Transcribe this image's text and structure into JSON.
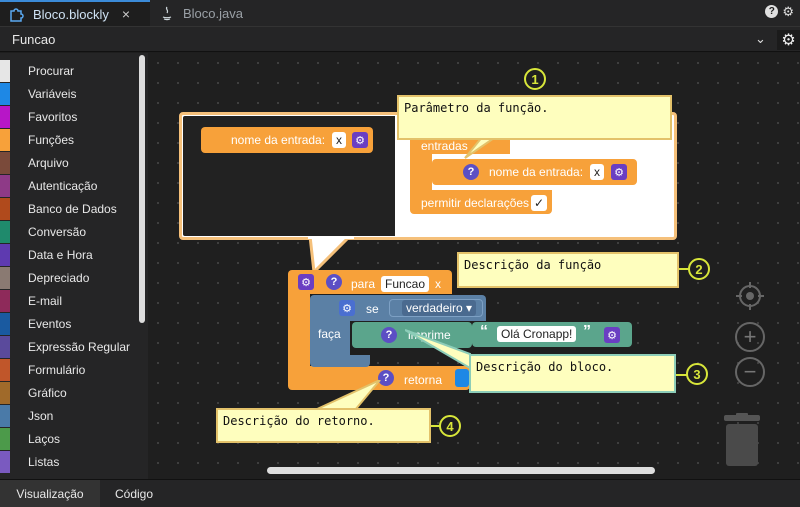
{
  "tabs": [
    {
      "label": "Bloco.blockly",
      "icon": "puzzle-icon",
      "active": true
    },
    {
      "label": "Bloco.java",
      "icon": "java-icon",
      "active": false
    }
  ],
  "close_glyph": "×",
  "function_selector": {
    "value": "Funcao"
  },
  "toolbox": {
    "categories": [
      {
        "label": "Procurar",
        "color": "#e6e6e6"
      },
      {
        "label": "Variáveis",
        "color": "#1e88e5"
      },
      {
        "label": "Favoritos",
        "color": "#b716c7"
      },
      {
        "label": "Funções",
        "color": "#f7a13a"
      },
      {
        "label": "Arquivo",
        "color": "#7a4a3a"
      },
      {
        "label": "Autenticação",
        "color": "#8e3a87"
      },
      {
        "label": "Banco de Dados",
        "color": "#b04a1c"
      },
      {
        "label": "Conversão",
        "color": "#1f8a6c"
      },
      {
        "label": "Data e Hora",
        "color": "#5e3ab0"
      },
      {
        "label": "Depreciado",
        "color": "#8a7a72"
      },
      {
        "label": "E-mail",
        "color": "#8e2a5a"
      },
      {
        "label": "Eventos",
        "color": "#1a5aa0"
      },
      {
        "label": "Expressão Regular",
        "color": "#5a4a9c"
      },
      {
        "label": "Formulário",
        "color": "#c0562a"
      },
      {
        "label": "Gráfico",
        "color": "#a06a2a"
      },
      {
        "label": "Json",
        "color": "#4a7aa8"
      },
      {
        "label": "Laços",
        "color": "#4c9a4a"
      },
      {
        "label": "Listas",
        "color": "#7a5ac0"
      }
    ]
  },
  "mutator": {
    "input_name_label": "nome da entrada:",
    "input_value": "x",
    "inputs_label": "entradas",
    "inner_input_label": "nome da entrada:",
    "inner_input_value": "x",
    "allow_statements_label": "permitir declarações",
    "check_glyph": "✓"
  },
  "function_block": {
    "for_label": "para",
    "name": "Funcao",
    "param": "x",
    "if_label": "se",
    "condition": "verdadeiro",
    "do_label": "faça",
    "print_label": "imprime",
    "string_value": "Olá Cronapp!",
    "return_label": "retorna"
  },
  "comments": [
    {
      "number": "1",
      "text": "Parâmetro da função."
    },
    {
      "number": "2",
      "text": "Descrição da função"
    },
    {
      "number": "3",
      "text": "Descrição do bloco."
    },
    {
      "number": "4",
      "text": "Descrição do retorno."
    }
  ],
  "bottom_tabs": [
    {
      "label": "Visualização",
      "active": true
    },
    {
      "label": "Código",
      "active": false
    }
  ]
}
